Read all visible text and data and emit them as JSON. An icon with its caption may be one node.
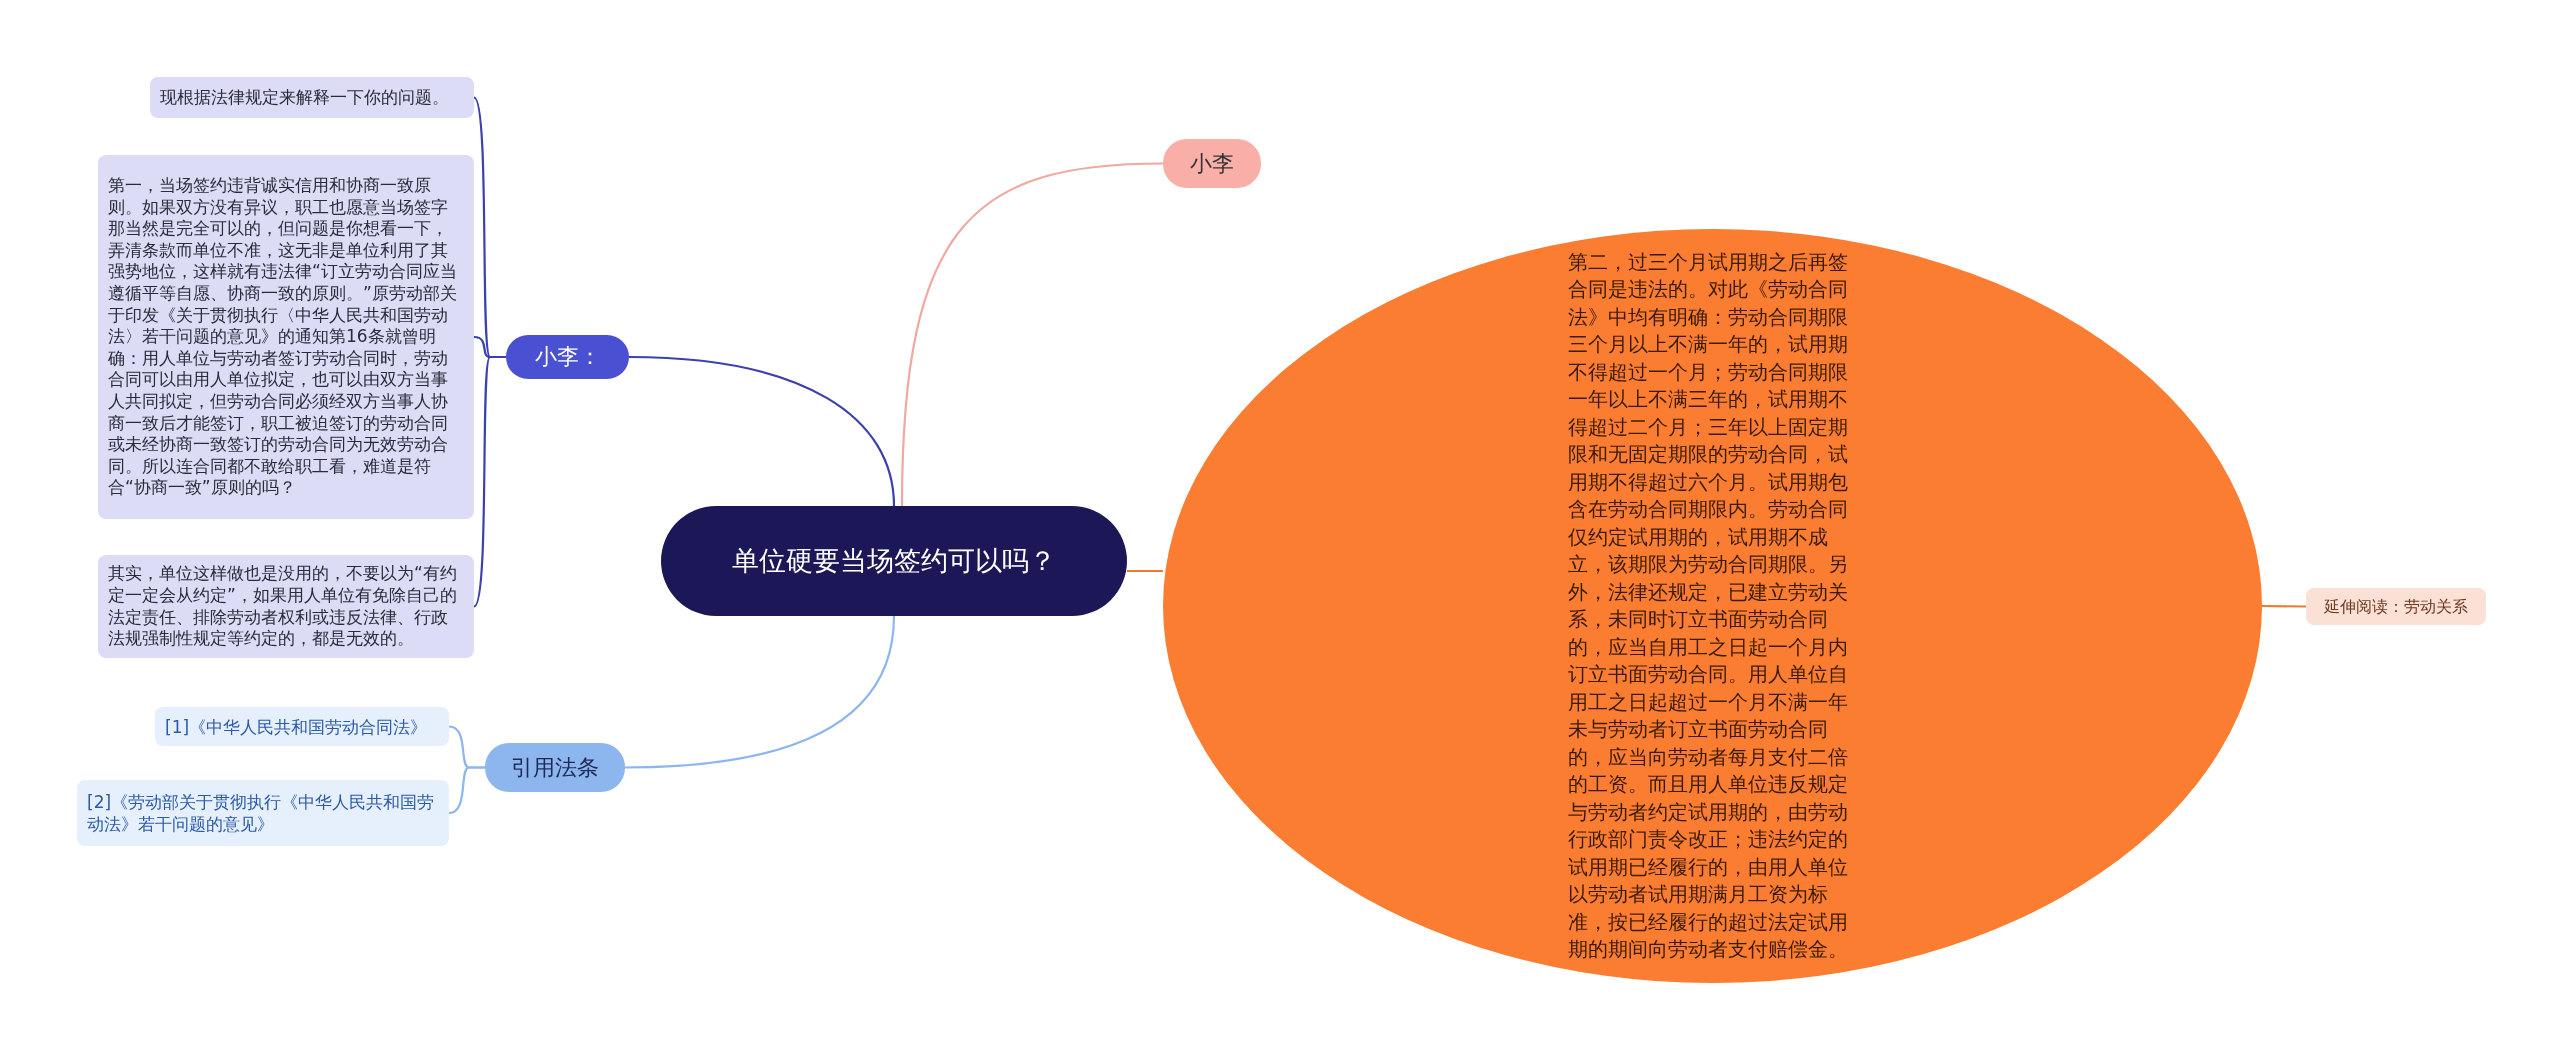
{
  "diagram": {
    "nodes": [
      {
        "text": [
          "单位硬要当场签约可以吗？"
        ]
      },
      {
        "text": [
          "小李："
        ]
      },
      {
        "text": [
          "现根据法律规定来解释一下你的问题。"
        ]
      },
      {
        "text": [
          "第一，当场签约违背诚实信用和协商一致原则。如果双方没有异议，职工也愿意当场签字那当然是完全可以的，但问题是你想看一下，弄清条款而单位不准，这无非是单位利用了其强势地位，这样就有违法律“订立劳动合同应当遵循平等自愿、协商一致的原则。”原劳动部关于印发《关于贯彻执行〈中华人民共和国劳动法〉若干问题的意见》的通知第16条就曾明确：用人单位与劳动者签订劳动合同时，劳动合同可以由用人单位拟定，也可以由双方当事人共同拟定，但劳动合同必须经双方当事人协商一致后才能签订，职工被迫签订的劳动合同或未经协商一致签订的劳动合同为无效劳动合同。所以连合同都不敢给职工看，难道是符合“协商一致”原则的吗？"
        ]
      },
      {
        "text": [
          "其实，单位这样做也是没用的，不要以为“有约定一定会从约定”，如果用人单位有免除自己的法定责任、排除劳动者权利或违反法律、行政法规强制性规定等约定的，都是无效的。"
        ]
      },
      {
        "text": [
          "引用法条"
        ]
      },
      {
        "text": [
          "[1]《中华人民共和国劳动合同法》"
        ]
      },
      {
        "text": [
          "[2]《劳动部关于贯彻执行《中华人民共和国劳动法》若干问题的意见》"
        ]
      },
      {
        "text": [
          "小李"
        ]
      },
      {
        "text": [
          "第二，过三个月试用期之后再签合同是违法的。对此《劳动合同法》中均有明确：劳动合同期限三个月以上不满一年的，试用期不得超过一个月；劳动合同期限一年以上不满三年的，试用期不得超过二个月；三年以上固定期限和无固定期限的劳动合同，试用期不得超过六个月。试用期包含在劳动合同期限内。劳动合同仅约定试用期的，试用期不成立，该期限为劳动合同期限。另外，法律还规定，已建立劳动关系，未同时订立书面劳动合同的，应当自用工之日起一个月内订立书面劳动合同。用人单位自用工之日起超过一个月不满一年未与劳动者订立书面劳动合同的，应当向劳动者每月支付二倍的工资。而且用人单位违反规定与劳动者约定试用期的，由劳动行政部门责令改正；违法约定的试用期已经履行的，由用人单位以劳动者试用期满月工资为标准，按已经履行的超过法定试用期的期间向劳动者支付赔偿金。"
        ]
      },
      {
        "text": [
          "延伸阅读：劳动关系"
        ]
      }
    ],
    "edges": [
      {
        "from": 0,
        "to": 1,
        "arrow": "none",
        "color": "#3b40ad"
      },
      {
        "from": 1,
        "to": 2,
        "arrow": "none",
        "color": "#3b40ad"
      },
      {
        "from": 1,
        "to": 3,
        "arrow": "none",
        "color": "#3b40ad"
      },
      {
        "from": 1,
        "to": 4,
        "arrow": "none",
        "color": "#3b40ad"
      },
      {
        "from": 0,
        "to": 5,
        "arrow": "none",
        "color": "#8db6ee"
      },
      {
        "from": 5,
        "to": 6,
        "arrow": "none",
        "color": "#8db6ee"
      },
      {
        "from": 5,
        "to": 7,
        "arrow": "none",
        "color": "#8db6ee"
      },
      {
        "from": 0,
        "to": 8,
        "arrow": "none",
        "color": "#f0a9a1"
      },
      {
        "from": 0,
        "to": 9,
        "arrow": "none",
        "color": "#f07a30"
      },
      {
        "from": 9,
        "to": 10,
        "arrow": "none",
        "color": "#f07a30"
      }
    ]
  }
}
